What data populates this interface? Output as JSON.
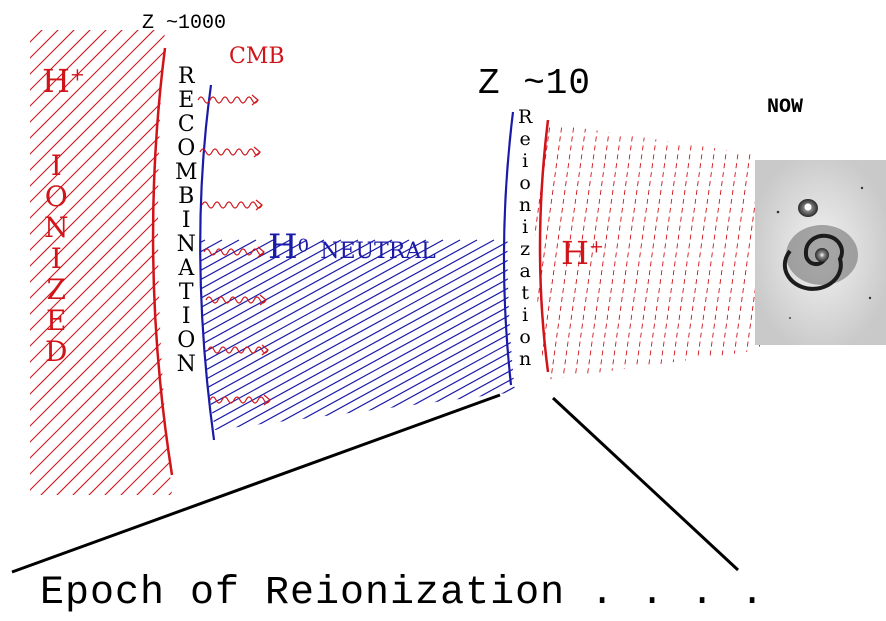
{
  "labels": {
    "z_recombination": "Z ~1000",
    "cmb": "CMB",
    "z_reionization": "Z ~10",
    "now": "NOW",
    "h_plus_left": "H",
    "h_plus_left_sup": "+",
    "ionized": "IONIZED",
    "recombination": "RECOMBINATION",
    "h0": "H",
    "h0_sup": "0",
    "neutral": "NEUTRAL",
    "reionization": "Reionization",
    "h_plus_right": "H",
    "h_plus_right_sup": "+",
    "epoch": "Epoch of Reionization . . . ."
  },
  "colors": {
    "ionized_red": "#d0141a",
    "neutral_blue": "#1a1aa8",
    "zoom_lines": "#000000"
  },
  "image": {
    "galaxy": "spiral-galaxy-photo"
  }
}
